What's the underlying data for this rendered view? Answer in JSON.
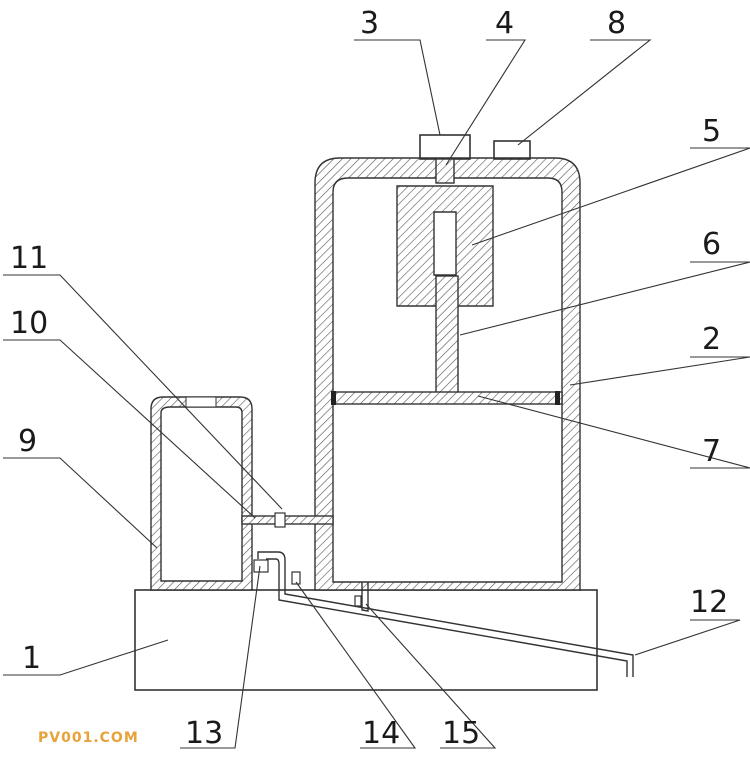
{
  "parts": [
    {
      "id": "1",
      "label": "1"
    },
    {
      "id": "2",
      "label": "2"
    },
    {
      "id": "3",
      "label": "3"
    },
    {
      "id": "4",
      "label": "4"
    },
    {
      "id": "5",
      "label": "5"
    },
    {
      "id": "6",
      "label": "6"
    },
    {
      "id": "7",
      "label": "7"
    },
    {
      "id": "8",
      "label": "8"
    },
    {
      "id": "9",
      "label": "9"
    },
    {
      "id": "10",
      "label": "10"
    },
    {
      "id": "11",
      "label": "11"
    },
    {
      "id": "12",
      "label": "12"
    },
    {
      "id": "13",
      "label": "13"
    },
    {
      "id": "14",
      "label": "14"
    },
    {
      "id": "15",
      "label": "15"
    }
  ],
  "watermark": "PV001.COM",
  "colors": {
    "line": "#333333",
    "watermark": "#e8a23a",
    "background": "#ffffff"
  }
}
